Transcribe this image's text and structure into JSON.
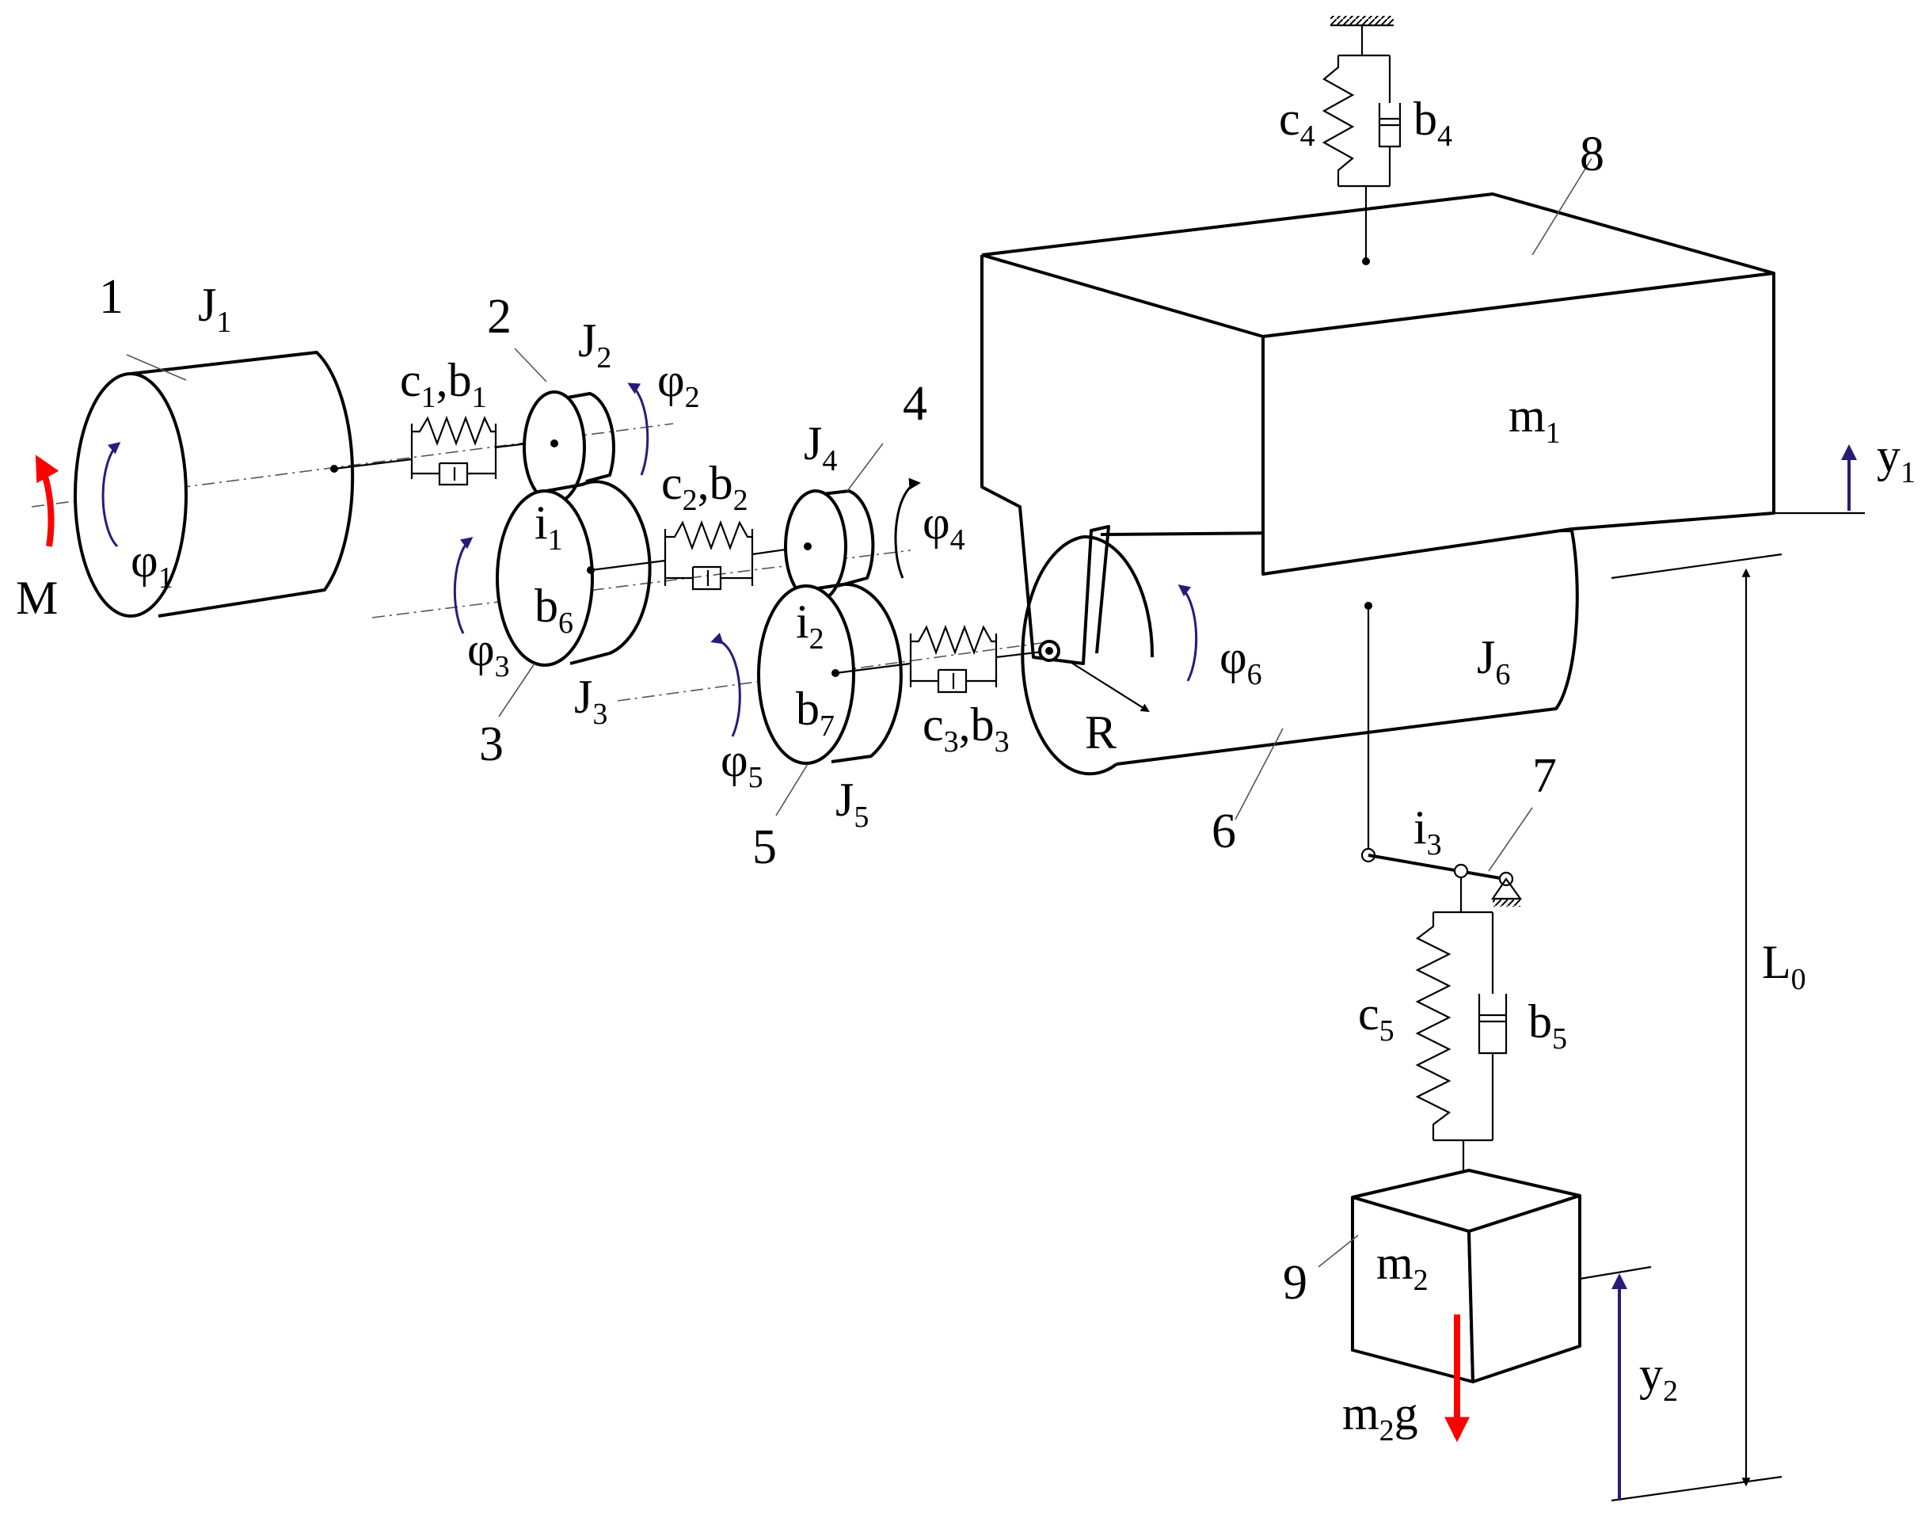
{
  "colors": {
    "line": "#000000",
    "torque": "#ff0000",
    "rotation": "#2a1b7a",
    "gravity": "#ff0000",
    "displacement": "#2a1b7a"
  },
  "parts": [
    "1",
    "2",
    "3",
    "4",
    "5",
    "6",
    "7",
    "8",
    "9"
  ],
  "inertias": [
    {
      "base": "J",
      "sub": "1"
    },
    {
      "base": "J",
      "sub": "2"
    },
    {
      "base": "J",
      "sub": "3"
    },
    {
      "base": "J",
      "sub": "4"
    },
    {
      "base": "J",
      "sub": "5"
    },
    {
      "base": "J",
      "sub": "6"
    }
  ],
  "angles": [
    {
      "base": "φ",
      "sub": "1"
    },
    {
      "base": "φ",
      "sub": "2"
    },
    {
      "base": "φ",
      "sub": "3"
    },
    {
      "base": "φ",
      "sub": "4"
    },
    {
      "base": "φ",
      "sub": "5"
    },
    {
      "base": "φ",
      "sub": "6"
    }
  ],
  "couplings": [
    {
      "c": "1",
      "b": "1"
    },
    {
      "c": "2",
      "b": "2"
    },
    {
      "c": "3",
      "b": "3"
    }
  ],
  "gear_ratios": [
    {
      "base": "i",
      "sub": "1"
    },
    {
      "base": "i",
      "sub": "2"
    },
    {
      "base": "i",
      "sub": "3"
    }
  ],
  "gear_damping": [
    {
      "base": "b",
      "sub": "6"
    },
    {
      "base": "b",
      "sub": "7"
    }
  ],
  "suspension_top": {
    "spring": {
      "base": "c",
      "sub": "4"
    },
    "damper": {
      "base": "b",
      "sub": "4"
    }
  },
  "suspension_rope": {
    "spring": {
      "base": "c",
      "sub": "5"
    },
    "damper": {
      "base": "b",
      "sub": "5"
    }
  },
  "masses": [
    {
      "base": "m",
      "sub": "1"
    },
    {
      "base": "m",
      "sub": "2"
    }
  ],
  "torque": "M",
  "radius": "R",
  "length": {
    "base": "L",
    "sub": "0"
  },
  "displacements": [
    {
      "base": "y",
      "sub": "1"
    },
    {
      "base": "y",
      "sub": "2"
    }
  ],
  "gravity_force": {
    "pre": "m",
    "sub": "2",
    "post": "g"
  }
}
